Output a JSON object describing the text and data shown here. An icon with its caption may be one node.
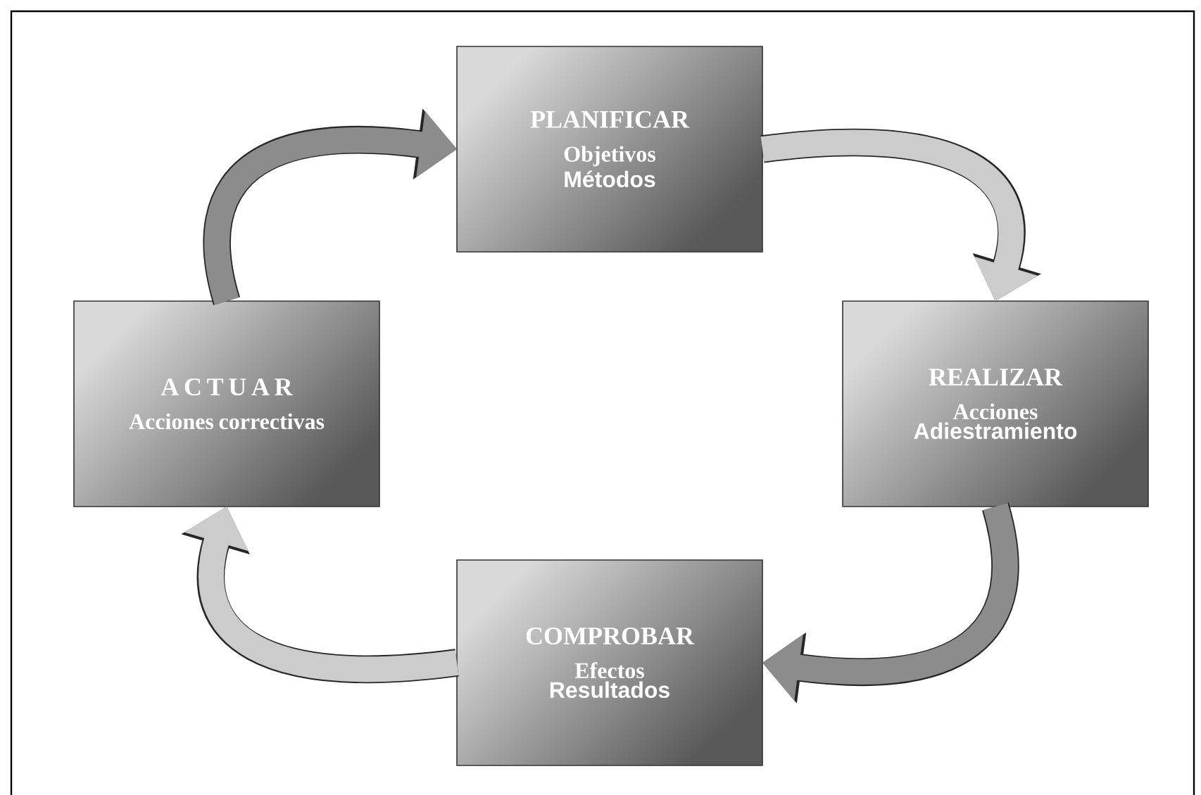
{
  "diagram": {
    "nodes": [
      {
        "text": [
          "PLANIFICAR",
          "Objetivos",
          "Métodos"
        ]
      },
      {
        "text": [
          "REALIZAR",
          "Acciones",
          "Adiestramiento"
        ]
      },
      {
        "text": [
          "COMPROBAR",
          "Efectos",
          "Resultados"
        ]
      },
      {
        "text": [
          "A C T U A R",
          "Acciones correctivas"
        ]
      }
    ],
    "edges": [
      {
        "from": 3,
        "to": 0,
        "arrow": "to"
      },
      {
        "from": 0,
        "to": 1,
        "arrow": "to"
      },
      {
        "from": 1,
        "to": 2,
        "arrow": "to"
      },
      {
        "from": 2,
        "to": 3,
        "arrow": "to"
      }
    ]
  }
}
